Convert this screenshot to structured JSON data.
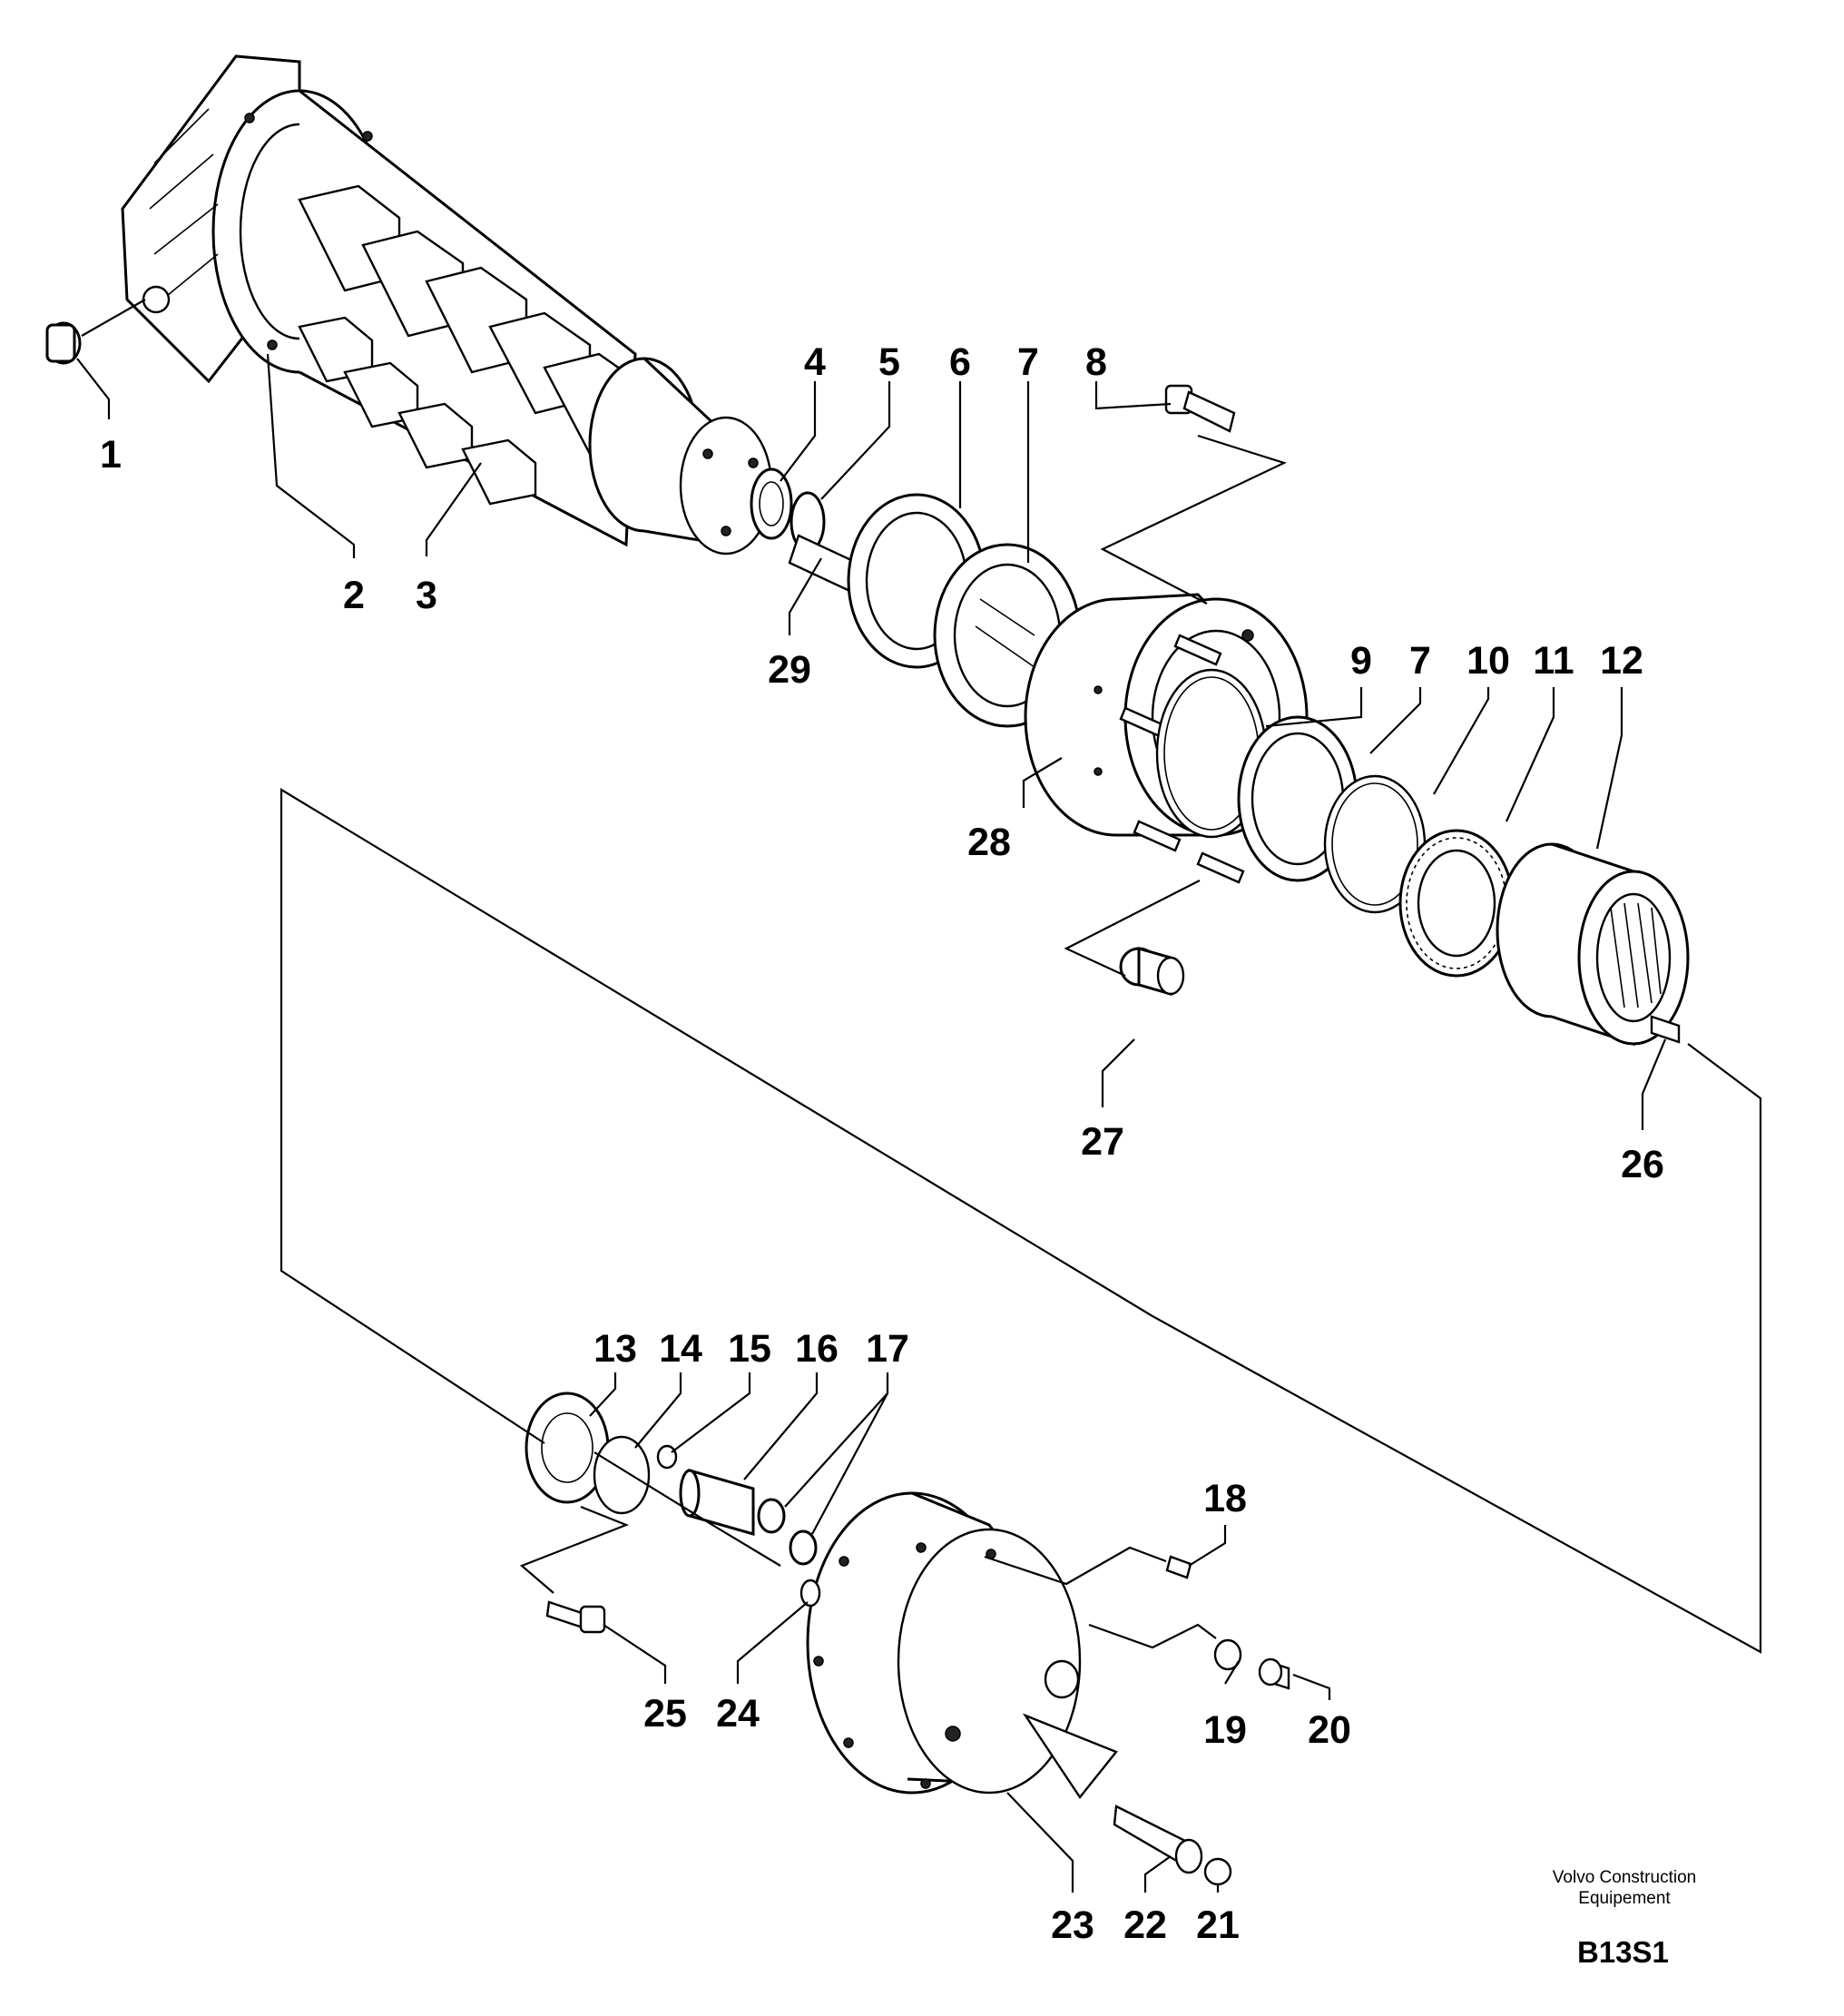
{
  "callouts": [
    "1",
    "2",
    "3",
    "4",
    "5",
    "6",
    "7",
    "8",
    "9",
    "7",
    "10",
    "11",
    "12",
    "13",
    "14",
    "15",
    "16",
    "17",
    "18",
    "19",
    "20",
    "21",
    "22",
    "23",
    "24",
    "25",
    "26",
    "27",
    "28",
    "29"
  ],
  "brand": {
    "line1": "Volvo Construction",
    "line2": "Equipement"
  },
  "drawing_code": "B13S1"
}
